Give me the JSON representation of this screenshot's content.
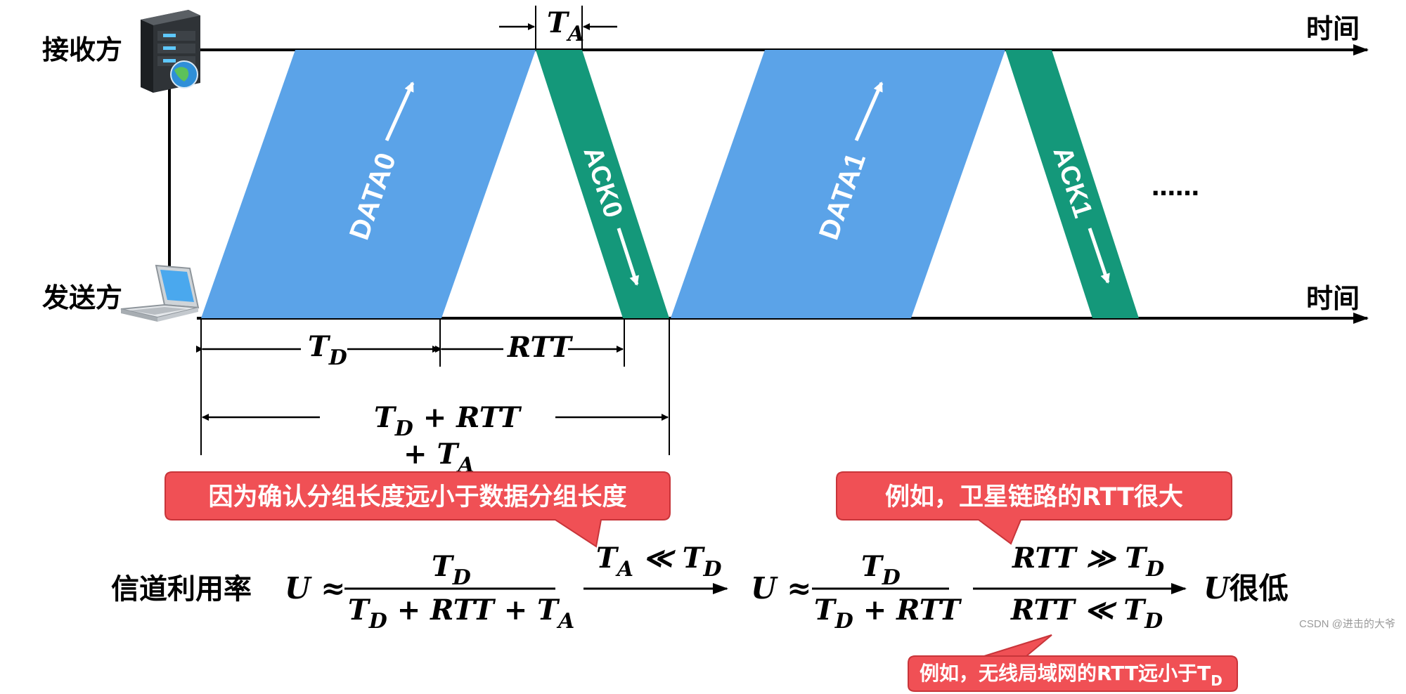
{
  "labels": {
    "receiver": "接收方",
    "sender": "发送方",
    "time_top": "时间",
    "time_bottom": "时间",
    "data0": "DATA0",
    "data1": "DATA1",
    "ack0": "ACK0",
    "ack1": "ACK1",
    "ellipsis": "……",
    "watermark": "CSDN @进击的大爷"
  },
  "dimensions": {
    "ta": "T",
    "ta_sub": "A",
    "td": "T",
    "td_sub": "D",
    "rtt": "RTT",
    "total_line1_a": "T",
    "total_line1_sub": "D",
    "total_line1_b": " + RTT",
    "total_line2_a": "+ T",
    "total_line2_sub": "A"
  },
  "callouts": {
    "left": "因为确认分组长度远小于数据分组长度",
    "right": "例如，卫星链路的RTT很大",
    "bottom": "例如，无线局域网的RTT远小于T",
    "bottom_sub": "D"
  },
  "formula": {
    "label": "信道利用率",
    "u1": "U ≈",
    "num1": "T",
    "num1_sub": "D",
    "den1_a": "T",
    "den1_sub_a": "D",
    "den1_b": " + RTT + T",
    "den1_sub_b": "A",
    "cond1_a": "T",
    "cond1_sub_a": "A",
    "cond1_b": " ≪ T",
    "cond1_sub_b": "D",
    "u2": "U ≈",
    "num2": "T",
    "num2_sub": "D",
    "den2_a": "T",
    "den2_sub_a": "D",
    "den2_b": " + RTT",
    "cond_top_a": "RTT ≫ T",
    "cond_top_sub": "D",
    "cond_bot_a": "RTT ≪ T",
    "cond_bot_sub": "D",
    "result_u": "U",
    "result_text": "很低"
  },
  "colors": {
    "data": "#5BA3E8",
    "ack": "#14987A",
    "callout": "#F05055",
    "callout_border": "#C8353A",
    "line": "#000000"
  }
}
